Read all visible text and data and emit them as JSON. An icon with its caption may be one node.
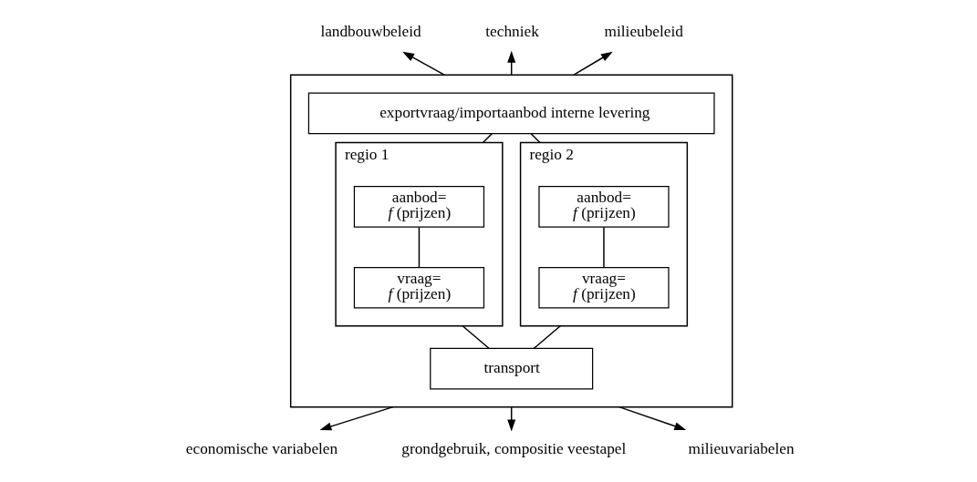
{
  "diagram": {
    "nodes": [
      {
        "text": [
          "landbouwbeleid"
        ]
      },
      {
        "text": [
          "techniek"
        ]
      },
      {
        "text": [
          "milieubeleid"
        ]
      },
      {
        "text": [],
        "shape": "box"
      },
      {
        "text": [
          "exportvraag/importaanbod interne levering"
        ],
        "in": 3
      },
      {
        "text": [
          "regio 1"
        ],
        "in": 3
      },
      {
        "text": [
          "aanbod= *f* (prijzen)"
        ],
        "in": 5
      },
      {
        "text": [
          "vraag= *f* (prijzen)"
        ],
        "in": 5
      },
      {
        "text": [
          "regio 2"
        ],
        "in": 3
      },
      {
        "text": [
          "aanbod= *f* (prijzen)"
        ],
        "in": 8
      },
      {
        "text": [
          "vraag= *f* (prijzen)"
        ],
        "in": 8
      },
      {
        "text": [
          "transport"
        ],
        "in": 3
      },
      {
        "text": [
          "economische variabelen"
        ]
      },
      {
        "text": [
          "grondgebruik, compositie veestapel"
        ]
      },
      {
        "text": [
          "milieuvariabelen"
        ]
      }
    ],
    "edges": [
      {
        "from": 3,
        "to": 0,
        "arrow": "to"
      },
      {
        "from": 3,
        "to": 1,
        "arrow": "to"
      },
      {
        "from": 3,
        "to": 2,
        "arrow": "to"
      },
      {
        "from": 4,
        "to": 5,
        "arrow": "none"
      },
      {
        "from": 4,
        "to": 8,
        "arrow": "none"
      },
      {
        "from": 6,
        "to": 7,
        "arrow": "none"
      },
      {
        "from": 9,
        "to": 10,
        "arrow": "none"
      },
      {
        "from": 5,
        "to": 11,
        "arrow": "none"
      },
      {
        "from": 8,
        "to": 11,
        "arrow": "none"
      },
      {
        "from": 3,
        "to": 12,
        "arrow": "to"
      },
      {
        "from": 3,
        "to": 13,
        "arrow": "to"
      },
      {
        "from": 3,
        "to": 14,
        "arrow": "to"
      }
    ]
  }
}
